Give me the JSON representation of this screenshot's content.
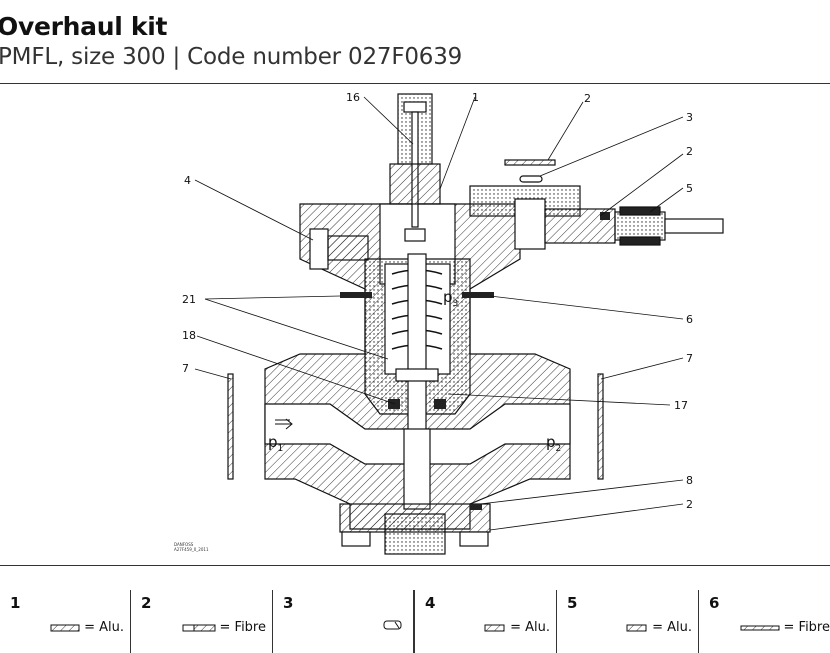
{
  "header": {
    "title": "Overhaul kit",
    "subtitle": "PMFL, size 300 | Code number 027F0639"
  },
  "drawing": {
    "callouts": [
      "16",
      "1",
      "2",
      "3",
      "2",
      "5",
      "4",
      "21",
      "6",
      "18",
      "7",
      "7",
      "17",
      "8",
      "2"
    ],
    "pressure_labels": {
      "p1": "p",
      "p1_sub": "1",
      "p2": "p",
      "p2_sub": "2",
      "p3": "p",
      "p3_sub": "3"
    },
    "credit": [
      "DANFOSS",
      "A27F459_0_2011"
    ]
  },
  "parts": [
    {
      "number": "1",
      "material": "= Alu.",
      "icon": "gasket-icon"
    },
    {
      "number": "2",
      "material": "= Fibre",
      "icon": "gasket-icon"
    },
    {
      "number": "3",
      "material": "",
      "icon": "pin-icon"
    },
    {
      "number": "4",
      "material": "= Alu.",
      "icon": "washer-icon"
    },
    {
      "number": "5",
      "material": "= Alu.",
      "icon": "washer-icon"
    },
    {
      "number": "6",
      "material": "= Fibre",
      "icon": "flat-gasket-icon"
    }
  ]
}
